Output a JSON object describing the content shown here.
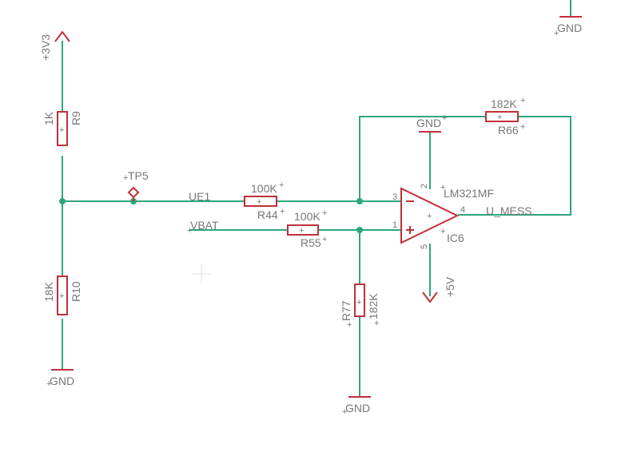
{
  "components": {
    "r9": {
      "name": "R9",
      "value": "1K"
    },
    "r10": {
      "name": "R10",
      "value": "18K"
    },
    "r44": {
      "name": "R44",
      "value": "100K"
    },
    "r55": {
      "name": "R55",
      "value": "100K"
    },
    "r66": {
      "name": "R66",
      "value": "182K"
    },
    "r77": {
      "name": "R77",
      "value": "182K"
    },
    "ic6": {
      "name": "IC6",
      "value": "LM321MF"
    },
    "tp5": {
      "name": "TP5"
    }
  },
  "supplies": {
    "v3v3": "+3V3",
    "v5v": "+5V",
    "gnd": "GND"
  },
  "nets": {
    "ue1": "UE1",
    "vbat": "VBAT",
    "u_mess": "U_MESS"
  },
  "pins": {
    "p1": "1",
    "p2": "2",
    "p3": "3",
    "p4": "4",
    "p5": "5"
  },
  "symbols": {
    "plus": "+",
    "minus": "−",
    "origin": "+"
  },
  "colors": {
    "wire": "#2ea67a",
    "part": "#c0303a",
    "text": "#777777"
  }
}
